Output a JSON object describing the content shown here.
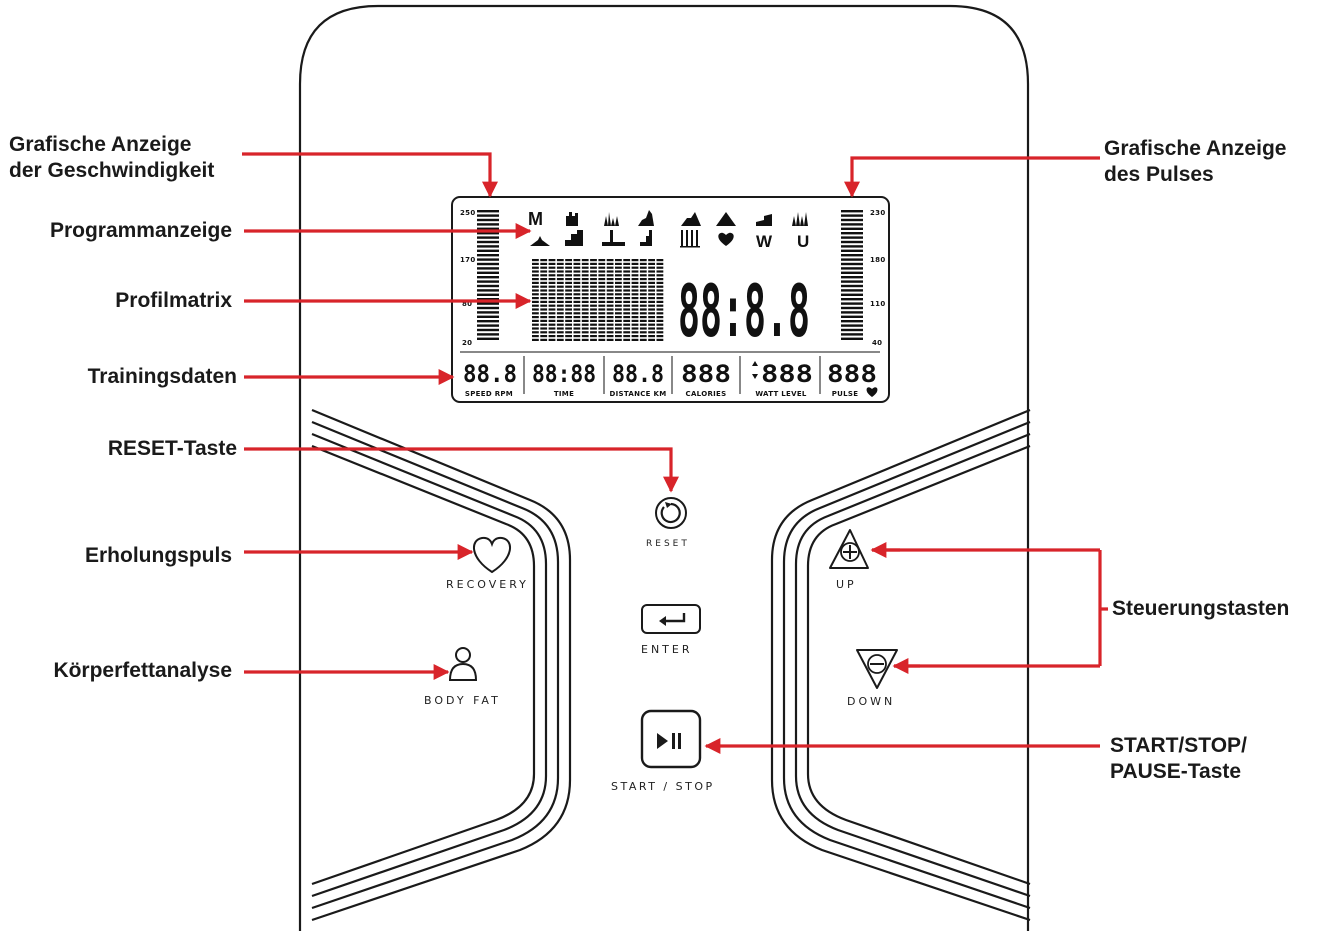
{
  "callouts": {
    "speed_graph": [
      "Grafische Anzeige",
      "der Geschwindigkeit"
    ],
    "pulse_graph": [
      "Grafische Anzeige",
      "des Pulses"
    ],
    "program": "Programmanzeige",
    "profile": "Profilmatrix",
    "training": "Trainingsdaten",
    "reset": "RESET-Taste",
    "recovery": "Erholungspuls",
    "bodyfat": "Körperfettanalyse",
    "control": "Steuerungstasten",
    "startstop": [
      "START/STOP/",
      "PAUSE-Taste"
    ]
  },
  "buttons": {
    "reset": "RESET",
    "recovery": "RECOVERY",
    "enter": "ENTER",
    "bodyfat": "BODY FAT",
    "up": "UP",
    "down": "DOWN",
    "startstop": "START / STOP"
  },
  "lcd": {
    "big_readout": "88:8.8",
    "left_scale": [
      "250",
      "170",
      "80",
      "20"
    ],
    "right_scale": [
      "230",
      "180",
      "110",
      "40"
    ],
    "program_letters": {
      "m": "M",
      "w": "W",
      "u": "U"
    },
    "fields": [
      {
        "value": "88.8",
        "label": "SPEED RPM"
      },
      {
        "value": "88:88",
        "label": "TIME"
      },
      {
        "value": "88.8",
        "label": "DISTANCE  KM"
      },
      {
        "value": "888",
        "label": "CALORIES"
      },
      {
        "value": "888",
        "label": "WATT    LEVEL"
      },
      {
        "value": "888",
        "label": "PULSE"
      }
    ]
  },
  "colors": {
    "arrow": "#d8242a",
    "ink": "#1a1a1a"
  }
}
